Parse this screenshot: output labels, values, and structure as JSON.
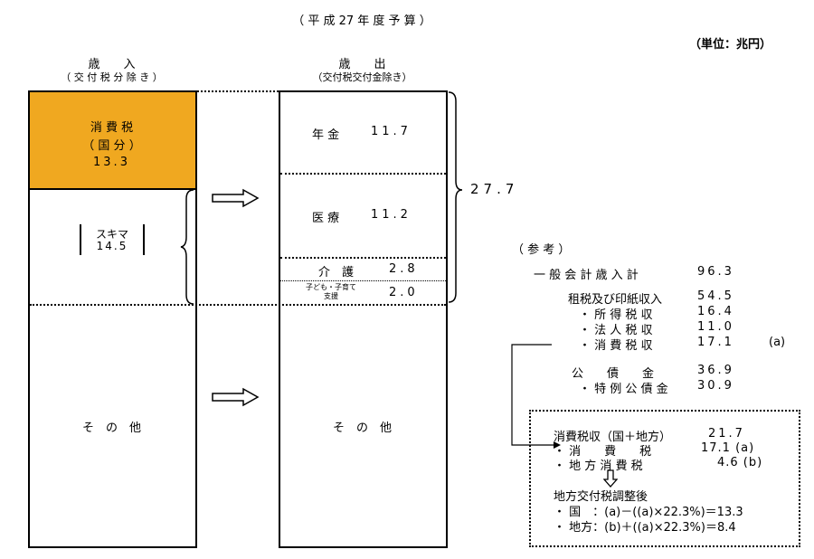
{
  "title": "（ 平 成 27 年 度 予 算 ）",
  "unit": "（単位：兆円）",
  "revenue": {
    "heading": "歳　　入",
    "subheading": "（ 交 付 税 分 除 き ）",
    "consumption_tax": {
      "label1": "消 費 税",
      "label2": "（ 国 分 ）",
      "value": "13.3"
    },
    "gap": {
      "label": "スキマ",
      "value": "14.5"
    },
    "other": "そ　の　他"
  },
  "expenditure": {
    "heading": "歳　　出",
    "subheading": "（交付税交付金除き）",
    "items": [
      {
        "label": "年 金",
        "value": "11.7"
      },
      {
        "label": "医 療",
        "value": "11.2"
      },
      {
        "label": "介　護",
        "value": "2.8"
      },
      {
        "label": "子ども・子育て支援",
        "value": "2.0"
      }
    ],
    "other": "そ　の　他",
    "total": "27.7"
  },
  "reference": {
    "heading": "（ 参 考 ）",
    "rows": [
      {
        "label": "一 般 会 計 歳 入 計",
        "value": "96.3",
        "note": ""
      },
      {
        "label": "租税及び印紙収入",
        "value": "54.5",
        "note": ""
      },
      {
        "label": "・ 所 得 税 収",
        "value": "16.4",
        "note": ""
      },
      {
        "label": "・ 法 人 税 収",
        "value": "11.0",
        "note": ""
      },
      {
        "label": "・ 消 費 税 収",
        "value": "17.1",
        "note": "(a)"
      },
      {
        "label": "公　　債　　金",
        "value": "36.9",
        "note": ""
      },
      {
        "label": "・ 特 例 公 債 金",
        "value": "30.9",
        "note": ""
      }
    ]
  },
  "consumption_box": {
    "total_label": "消費税収（国＋地方）",
    "total_value": "21.7",
    "national_label": "・ 消　　費　　税",
    "national_value": "17.1 (a)",
    "local_label": "・ 地 方 消 費 税",
    "local_value": "4.6 (b)",
    "adjust_heading": "地方交付税調整後",
    "national_formula": "・ 国　：(a)－((a)×22.3%)＝13.3",
    "local_formula": "・ 地方：(b)＋((a)×22.3%)＝8.4"
  },
  "colors": {
    "accent": "#f0a820"
  }
}
